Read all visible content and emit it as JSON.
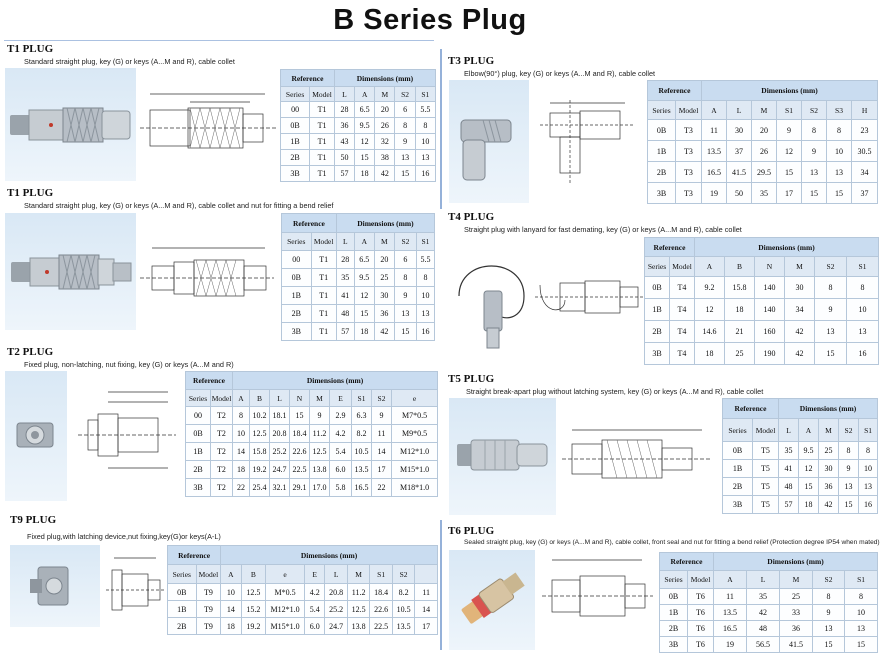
{
  "title": "B Series Plug",
  "panels": {
    "p1": {
      "title": "T1 PLUG",
      "desc": "Standard straight plug, key (G) or keys (A...M and R), cable collet",
      "reference_label": "Reference",
      "dimensions_label": "Dimensions (mm)",
      "headers": [
        "Series",
        "Model",
        "L",
        "A",
        "M",
        "S2",
        "S1"
      ],
      "rows": [
        [
          "00",
          "T1",
          "28",
          "6.5",
          "20",
          "6",
          "5.5"
        ],
        [
          "0B",
          "T1",
          "36",
          "9.5",
          "26",
          "8",
          "8"
        ],
        [
          "1B",
          "T1",
          "43",
          "12",
          "32",
          "9",
          "10"
        ],
        [
          "2B",
          "T1",
          "50",
          "15",
          "38",
          "13",
          "13"
        ],
        [
          "3B",
          "T1",
          "57",
          "18",
          "42",
          "15",
          "16"
        ]
      ]
    },
    "p2": {
      "title": "T1 PLUG",
      "desc": "Standard straight plug, key (G) or keys (A...M and R), cable collet and nut for fitting a bend relief",
      "reference_label": "Reference",
      "dimensions_label": "Dimensions (mm)",
      "headers": [
        "Series",
        "Model",
        "L",
        "A",
        "M",
        "S2",
        "S1"
      ],
      "rows": [
        [
          "00",
          "T1",
          "28",
          "6.5",
          "20",
          "6",
          "5.5"
        ],
        [
          "0B",
          "T1",
          "35",
          "9.5",
          "25",
          "8",
          "8"
        ],
        [
          "1B",
          "T1",
          "41",
          "12",
          "30",
          "9",
          "10"
        ],
        [
          "2B",
          "T1",
          "48",
          "15",
          "36",
          "13",
          "13"
        ],
        [
          "3B",
          "T1",
          "57",
          "18",
          "42",
          "15",
          "16"
        ]
      ]
    },
    "p3": {
      "title": "T2 PLUG",
      "desc": "Fixed plug, non-latching, nut fixing, key (G) or keys (A...M and R)",
      "reference_label": "Reference",
      "dimensions_label": "Dimensions (mm)",
      "headers": [
        "Series",
        "Model",
        "A",
        "B",
        "L",
        "N",
        "M",
        "E",
        "S1",
        "S2",
        "e"
      ],
      "rows": [
        [
          "00",
          "T2",
          "8",
          "10.2",
          "18.1",
          "15",
          "9",
          "2.9",
          "6.3",
          "9",
          "M7*0.5"
        ],
        [
          "0B",
          "T2",
          "10",
          "12.5",
          "20.8",
          "18.4",
          "11.2",
          "4.2",
          "8.2",
          "11",
          "M9*0.5"
        ],
        [
          "1B",
          "T2",
          "14",
          "15.8",
          "25.2",
          "22.6",
          "12.5",
          "5.4",
          "10.5",
          "14",
          "M12*1.0"
        ],
        [
          "2B",
          "T2",
          "18",
          "19.2",
          "24.7",
          "22.5",
          "13.8",
          "6.0",
          "13.5",
          "17",
          "M15*1.0"
        ],
        [
          "3B",
          "T2",
          "22",
          "25.4",
          "32.1",
          "29.1",
          "17.0",
          "5.8",
          "16.5",
          "22",
          "M18*1.0"
        ]
      ]
    },
    "p4": {
      "title": "T9 PLUG",
      "desc": "Fixed plug,with latching device,nut fixing,key(G)or keys(A-L)",
      "reference_label": "Reference",
      "dimensions_label": "Dimensions (mm)",
      "headers": [
        "Series",
        "Model",
        "A",
        "B",
        "e",
        "E",
        "L",
        "M",
        "S1",
        "S2"
      ],
      "rows": [
        [
          "0B",
          "T9",
          "10",
          "12.5",
          "M*0.5",
          "4.2",
          "20.8",
          "11.2",
          "18.4",
          "8.2",
          "11"
        ],
        [
          "1B",
          "T9",
          "14",
          "15.2",
          "M12*1.0",
          "5.4",
          "25.2",
          "12.5",
          "22.6",
          "10.5",
          "14"
        ],
        [
          "2B",
          "T9",
          "18",
          "19.2",
          "M15*1.0",
          "6.0",
          "24.7",
          "13.8",
          "22.5",
          "13.5",
          "17"
        ]
      ]
    },
    "p5": {
      "title": "T3 PLUG",
      "desc": "Elbow(90°) plug, key (G) or keys (A...M and R), cable collet",
      "reference_label": "Reference",
      "dimensions_label": "Dimensions (mm)",
      "headers": [
        "Series",
        "Model",
        "A",
        "L",
        "M",
        "S1",
        "S2",
        "S3",
        "H"
      ],
      "rows": [
        [
          "0B",
          "T3",
          "11",
          "30",
          "20",
          "9",
          "8",
          "8",
          "23"
        ],
        [
          "1B",
          "T3",
          "13.5",
          "37",
          "26",
          "12",
          "9",
          "10",
          "30.5"
        ],
        [
          "2B",
          "T3",
          "16.5",
          "41.5",
          "29.5",
          "15",
          "13",
          "13",
          "34"
        ],
        [
          "3B",
          "T3",
          "19",
          "50",
          "35",
          "17",
          "15",
          "15",
          "37"
        ]
      ]
    },
    "p6": {
      "title": "T4 PLUG",
      "desc": "Straight plug with lanyard for fast demating, key (G) or keys (A...M and R), cable collet",
      "reference_label": "Reference",
      "dimensions_label": "Dimensions (mm)",
      "headers": [
        "Series",
        "Model",
        "A",
        "B",
        "N",
        "M",
        "S2",
        "S1"
      ],
      "rows": [
        [
          "0B",
          "T4",
          "9.2",
          "15.8",
          "140",
          "30",
          "8",
          "8"
        ],
        [
          "1B",
          "T4",
          "12",
          "18",
          "140",
          "34",
          "9",
          "10"
        ],
        [
          "2B",
          "T4",
          "14.6",
          "21",
          "160",
          "42",
          "13",
          "13"
        ],
        [
          "3B",
          "T4",
          "18",
          "25",
          "190",
          "42",
          "15",
          "16"
        ]
      ]
    },
    "p7": {
      "title": "T5 PLUG",
      "desc": "Straight break-apart plug without latching system, key (G) or keys (A...M and R), cable collet",
      "reference_label": "Reference",
      "dimensions_label": "Dimensions (mm)",
      "headers": [
        "Series",
        "Model",
        "L",
        "A",
        "M",
        "S2",
        "S1"
      ],
      "rows": [
        [
          "0B",
          "T5",
          "35",
          "9.5",
          "25",
          "8",
          "8"
        ],
        [
          "1B",
          "T5",
          "41",
          "12",
          "30",
          "9",
          "10"
        ],
        [
          "2B",
          "T5",
          "48",
          "15",
          "36",
          "13",
          "13"
        ],
        [
          "3B",
          "T5",
          "57",
          "18",
          "42",
          "15",
          "16"
        ]
      ]
    },
    "p8": {
      "title": "T6 PLUG",
      "desc": "Sealed straight plug,   key (G) or keys (A...M and R), cable collet, front seal and nut for fitting a bend relief (Protection degree IP54 when mated)",
      "reference_label": "Reference",
      "dimensions_label": "Dimensions (mm)",
      "headers": [
        "Series",
        "Model",
        "A",
        "L",
        "M",
        "S2",
        "S1"
      ],
      "rows": [
        [
          "0B",
          "T6",
          "11",
          "35",
          "25",
          "8",
          "8"
        ],
        [
          "1B",
          "T6",
          "13.5",
          "42",
          "33",
          "9",
          "10"
        ],
        [
          "2B",
          "T6",
          "16.5",
          "48",
          "36",
          "13",
          "13"
        ],
        [
          "3B",
          "T6",
          "19",
          "56.5",
          "41.5",
          "15",
          "15"
        ]
      ]
    }
  }
}
